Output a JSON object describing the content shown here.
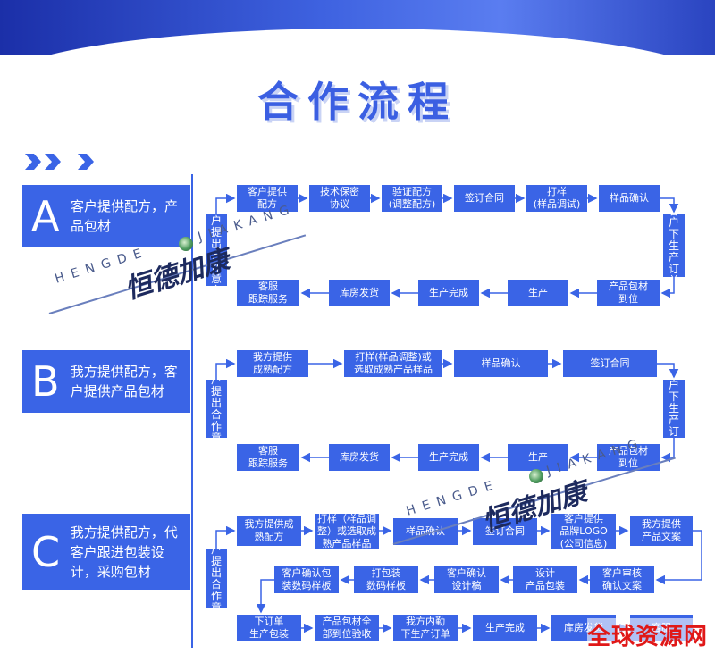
{
  "title": "合作流程",
  "colors": {
    "primary": "#3a64e6",
    "title": "#3b5fe2",
    "watermark_red": "#e01818"
  },
  "sections": {
    "a": {
      "letter": "A",
      "label": "客户提供配方，产品包材",
      "side": "客户提出合作意向",
      "top": [
        "客户提供\n配方",
        "技术保密\n协议",
        "验证配方\n(调整配方)",
        "签订合同",
        "打样\n(样品调试)",
        "样品确认"
      ],
      "right": "客户下生产订单",
      "bottom": [
        "产品包材\n到位",
        "生产",
        "生产完成",
        "库房发货",
        "客服\n跟踪服务"
      ]
    },
    "b": {
      "letter": "B",
      "label": "我方提供配方，客户提供产品包材",
      "side": "客户提出合作意向",
      "top": [
        "我方提供\n成熟配方",
        "打样(样品调整)或\n选取成熟产品样品",
        "样品确认",
        "签订合同"
      ],
      "right": "客户下生产订单",
      "bottom": [
        "产品包材\n到位",
        "生产",
        "生产完成",
        "库房发货",
        "客服\n跟踪服务"
      ]
    },
    "c": {
      "letter": "C",
      "label": "我方提供配方，代客户跟进包装设计，采购包材",
      "side": "客户提出合作意向",
      "row1": [
        "我方提供成\n熟配方",
        "打样（样品调\n整）或选取成\n熟产品样品",
        "样品确认",
        "签订合同",
        "客户提供\n品牌LOGO\n(公司信息)",
        "我方提供\n产品文案"
      ],
      "row2": [
        "客户审核\n确认文案",
        "设计\n产品包装",
        "客户确认\n设计稿",
        "打包装\n数码样板",
        "客户确认包\n装数码样板"
      ],
      "row3": [
        "下订单\n生产包装",
        "产品包材全\n部到位验收",
        "我方内勤\n下生产订单",
        "生产完成",
        "库房发货",
        "客服"
      ]
    }
  },
  "watermark": {
    "latin": "HENGDE",
    "latin2": "JIAKANG",
    "cn": "恒德加康",
    "site": "全球资源网"
  }
}
